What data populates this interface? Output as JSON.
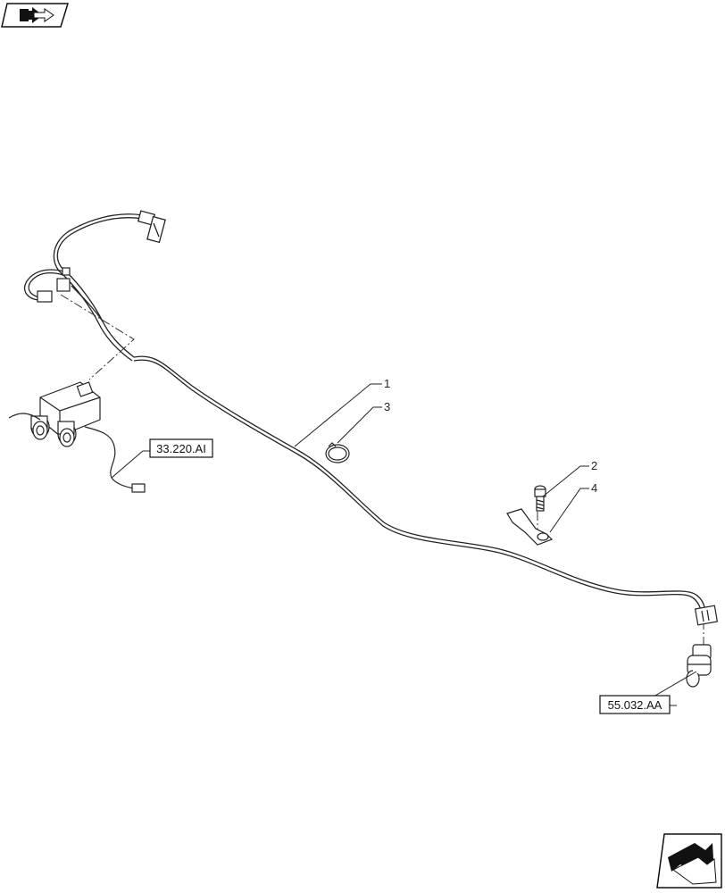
{
  "callouts": {
    "c1": "1",
    "c2": "2",
    "c3": "3",
    "c4": "4"
  },
  "references": {
    "ref_hydraulic": "33.220.AI",
    "ref_sensor": "55.032.AA"
  },
  "icons": {
    "top_left": "book-arrow-icon",
    "bottom_right": "next-page-arrow-icon"
  }
}
